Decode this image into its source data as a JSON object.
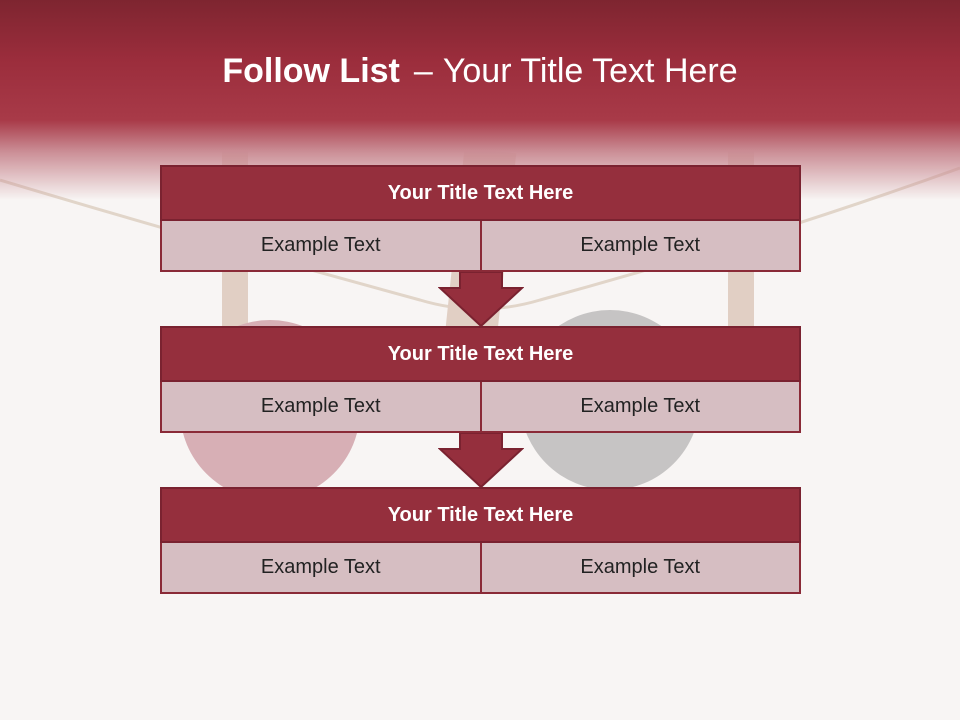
{
  "slide": {
    "title_bold": "Follow List",
    "title_dash": "–",
    "title_rest": "Your Title Text Here"
  },
  "blocks": [
    {
      "title": "Your Title Text Here",
      "cells": [
        "Example Text",
        "Example Text"
      ]
    },
    {
      "title": "Your Title Text Here",
      "cells": [
        "Example Text",
        "Example Text"
      ]
    },
    {
      "title": "Your Title Text Here",
      "cells": [
        "Example Text",
        "Example Text"
      ]
    }
  ],
  "colors": {
    "header": "#9b2d3c",
    "block_title_bg": "#952f3d",
    "cell_bg": "#d6bec2",
    "arrow": "#952f3d"
  }
}
